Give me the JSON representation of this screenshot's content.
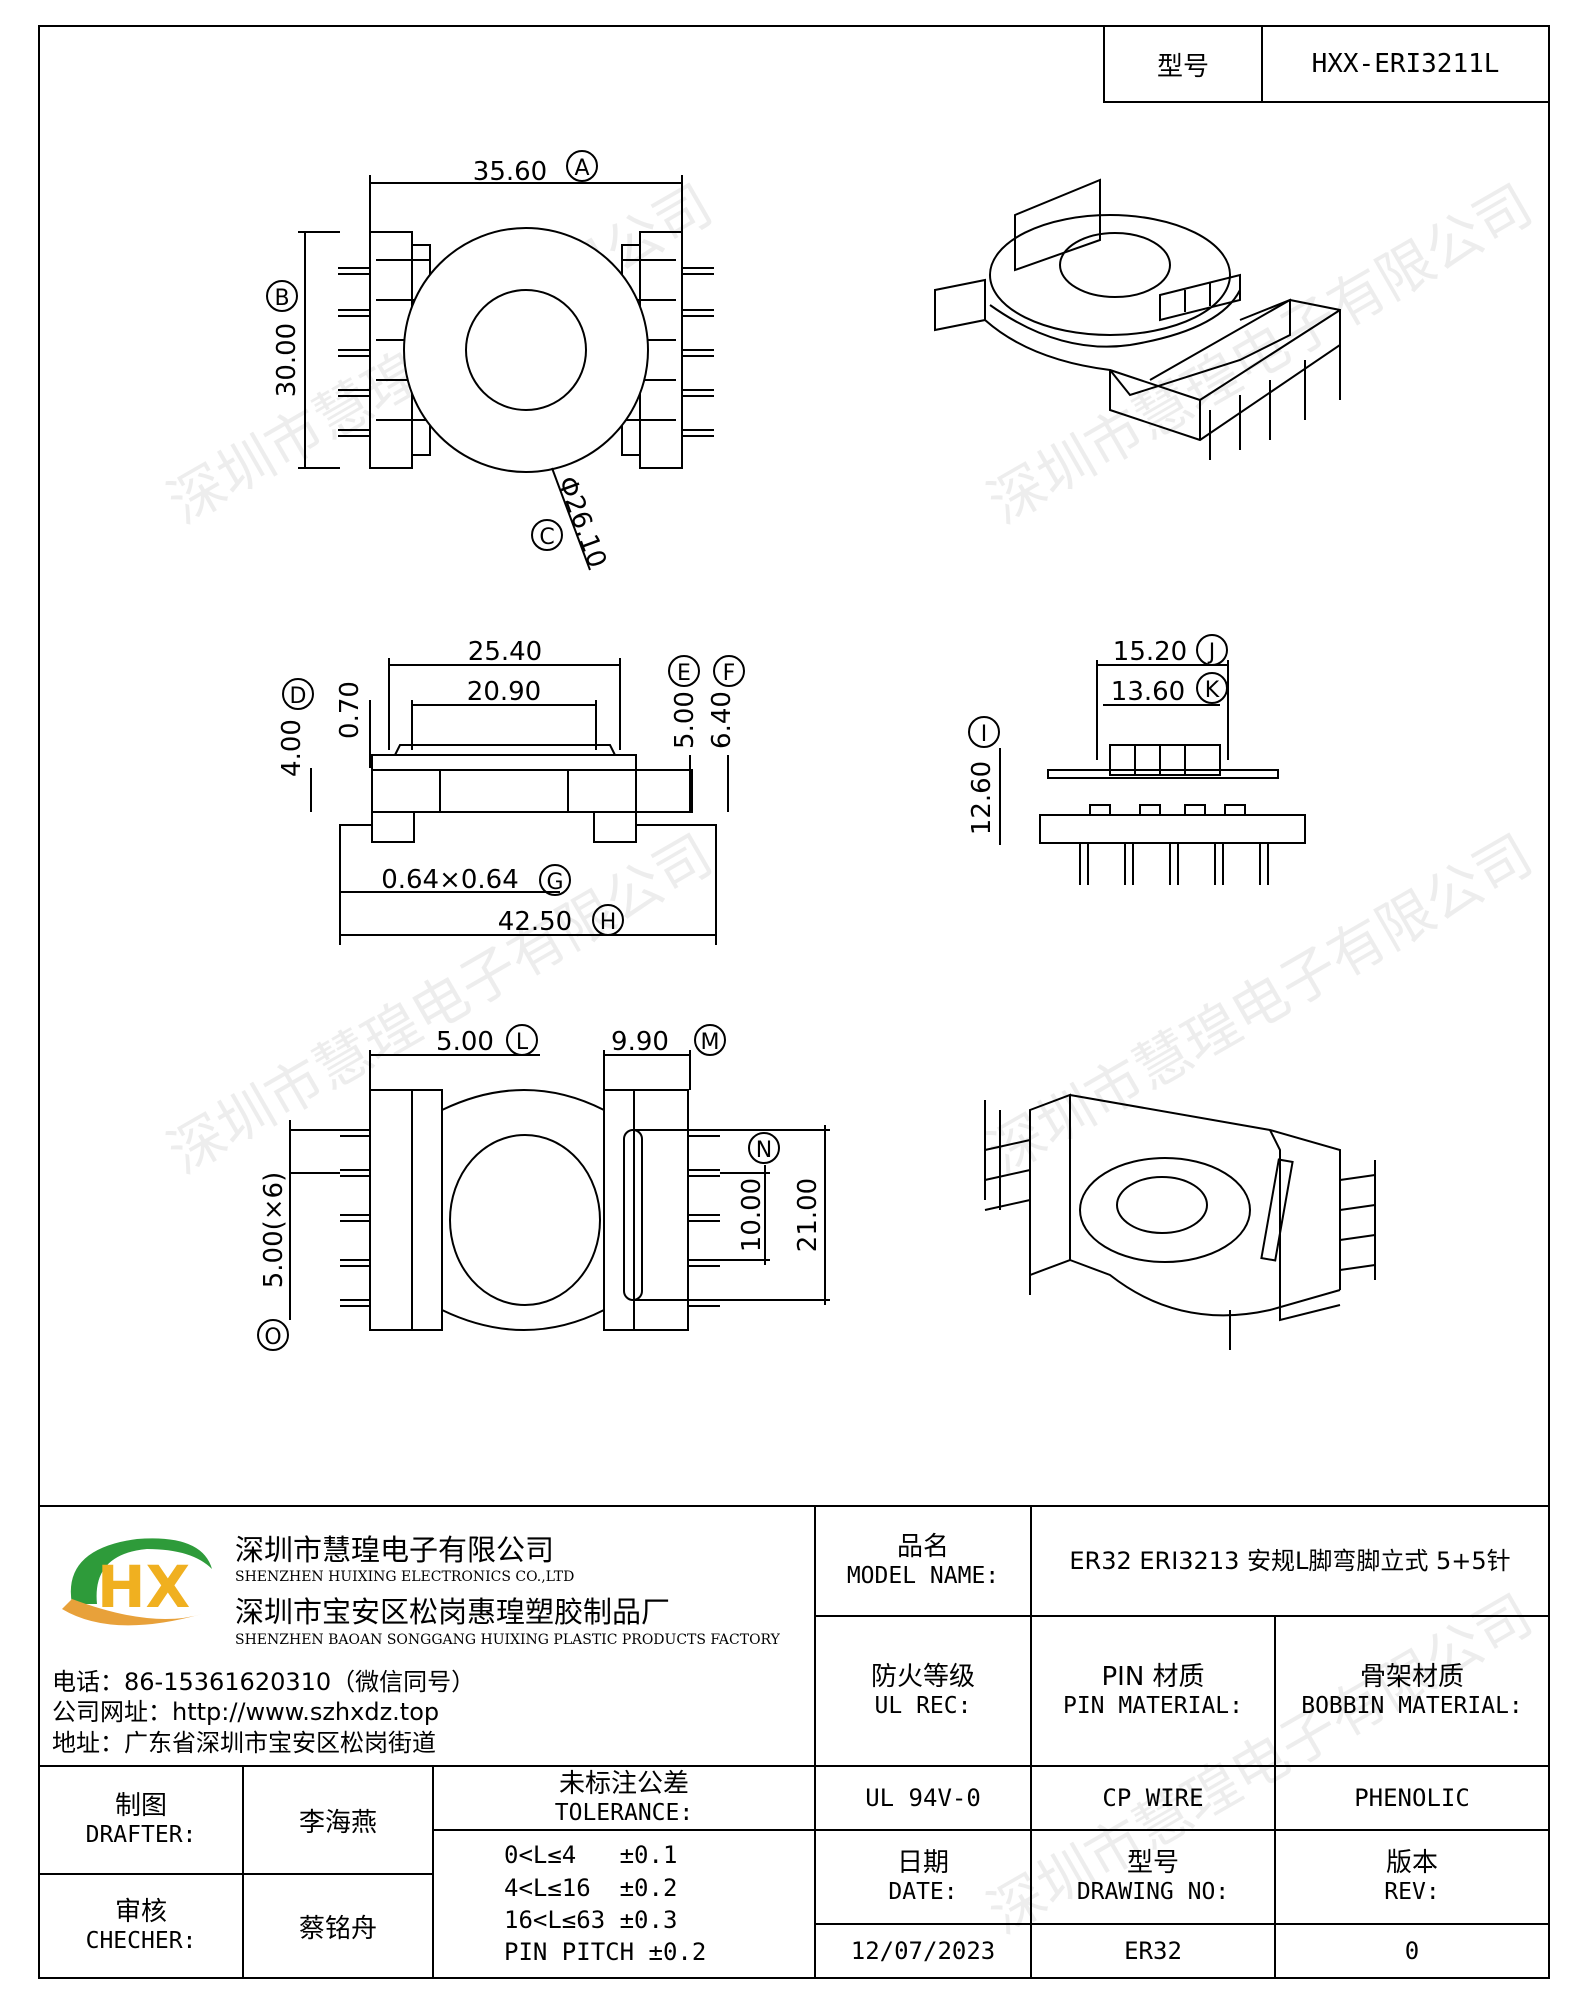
{
  "model_box": {
    "label": "型号",
    "value": "HXX-ERI3211L"
  },
  "dimensions": {
    "A": "35.60",
    "B": "30.00",
    "C": "Φ26.10",
    "top_width": "25.40",
    "inner_width": "20.90",
    "D": "4.00",
    "gap": "0.70",
    "E": "5.00",
    "F": "6.40",
    "G": "0.64×0.64",
    "H": "42.50",
    "J": "15.20",
    "K": "13.60",
    "I": "12.60",
    "L": "5.00",
    "M": "9.90",
    "N": "10.00",
    "height21": "21.00",
    "O": "5.00(×6)"
  },
  "markers": [
    "A",
    "B",
    "C",
    "D",
    "E",
    "F",
    "G",
    "H",
    "I",
    "J",
    "K",
    "L",
    "M",
    "N",
    "O"
  ],
  "watermark": "深圳市慧瑝电子有限公司",
  "company": {
    "logo_text": "HX",
    "name_cn": "深圳市慧瑝电子有限公司",
    "name_en": "SHENZHEN HUIXING ELECTRONICS CO.,LTD",
    "factory_cn": "深圳市宝安区松岗惠瑝塑胶制品厂",
    "factory_en": "SHENZHEN BAOAN SONGGANG HUIXING PLASTIC PRODUCTS FACTORY",
    "phone": "电话：86-15361620310（微信同号）",
    "website": "公司网址：http://www.szhxdz.top",
    "address": "地址：广东省深圳市宝安区松岗街道"
  },
  "table": {
    "model_name_cn": "品名",
    "model_name_en": "MODEL NAME:",
    "model_name_value": "ER32 ERI3213 安规L脚弯脚立式 5+5针",
    "ul_cn": "防火等级",
    "ul_en": "UL REC:",
    "pin_cn": "PIN 材质",
    "pin_en": "PIN MATERIAL:",
    "bobbin_cn": "骨架材质",
    "bobbin_en": "BOBBIN MATERIAL:",
    "ul_value": "UL 94V-0",
    "pin_value": "CP WIRE",
    "bobbin_value": "PHENOLIC",
    "drafter_cn": "制图",
    "drafter_en": "DRAFTER:",
    "drafter_name": "李海燕",
    "checker_cn": "审核",
    "checker_en": "CHECHER:",
    "checker_name": "蔡铭舟",
    "tolerance_cn": "未标注公差",
    "tolerance_en": "TOLERANCE:",
    "tolerances": [
      "0<L≤4   ±0.1",
      "4<L≤16  ±0.2",
      "16<L≤63 ±0.3",
      "PIN PITCH ±0.2"
    ],
    "date_cn": "日期",
    "date_en": "DATE:",
    "date_value": "12/07/2023",
    "drawing_cn": "型号",
    "drawing_en": "DRAWING NO:",
    "drawing_value": "ER32",
    "rev_cn": "版本",
    "rev_en": "REV:",
    "rev_value": "0"
  }
}
